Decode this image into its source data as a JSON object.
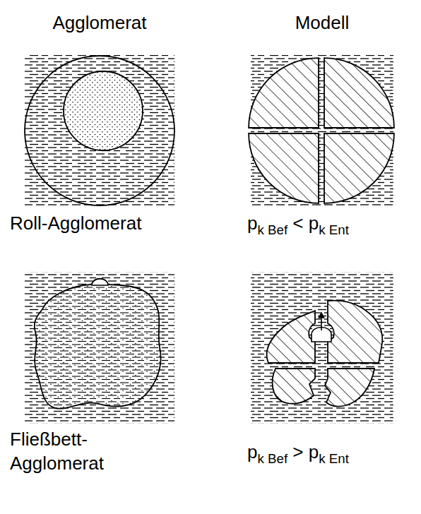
{
  "diagram": {
    "labels": [
      "Agglomerat",
      "Modell",
      "Roll-Agglomerat",
      "pk Bef < pk Ent",
      "Fließbett- Agglomerat",
      "pk Bef > pk Ent"
    ]
  }
}
